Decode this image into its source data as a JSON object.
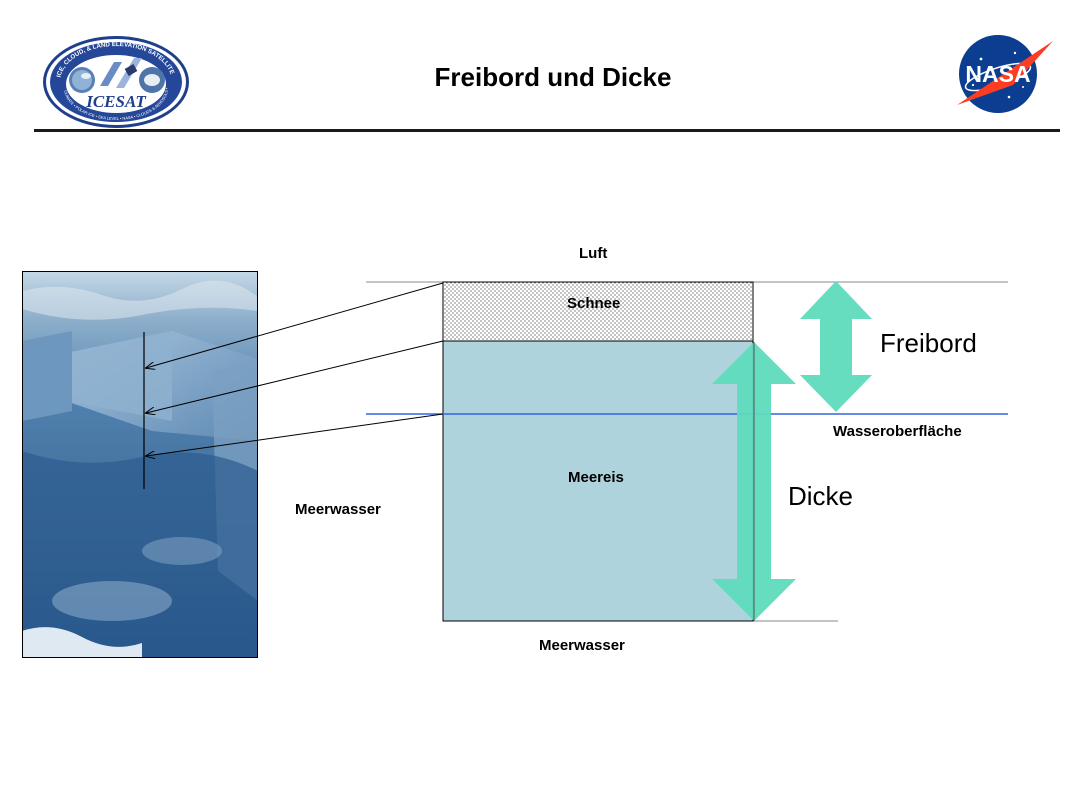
{
  "header": {
    "title": "Freibord und Dicke",
    "logo_left": {
      "name": "icesat-logo",
      "ring_text": "ICE, CLOUD, & LAND ELEVATION SATELLITE",
      "ring_text_bottom": "CLIMATE • POLAR ICE • SEA LEVEL • NASA • CLOUDS & AEROSOLS • EARTH",
      "wordmark": "ICESAT"
    },
    "logo_right": {
      "name": "nasa-meatball-logo",
      "wordmark": "NASA"
    }
  },
  "diagram": {
    "labels": {
      "air": "Luft",
      "snow": "Schnee",
      "freeboard": "Freibord",
      "water_surface": "Wasseroberfläche",
      "sea_ice": "Meereis",
      "thickness": "Dicke",
      "sea_water_left": "Meerwasser",
      "sea_water_bottom": "Meerwasser"
    },
    "colors": {
      "snow_fill": "#ffffff",
      "ice_fill": "#afd3dc",
      "water_line": "#3366dd",
      "arrow": "#5fdbbd",
      "photo_ice": "#6fa0c4"
    }
  }
}
